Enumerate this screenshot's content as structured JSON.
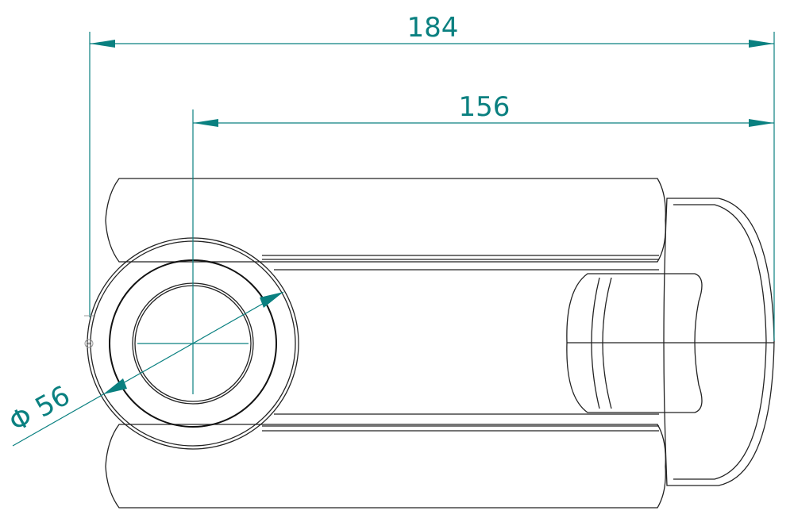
{
  "drawing": {
    "dimensions": [
      {
        "id": "overall-length",
        "label": "184"
      },
      {
        "id": "center-to-end-length",
        "label": "156"
      },
      {
        "id": "port-diameter",
        "label": "Φ 56"
      }
    ],
    "dimension_color": "#0a8080",
    "line_color": "#222222"
  }
}
